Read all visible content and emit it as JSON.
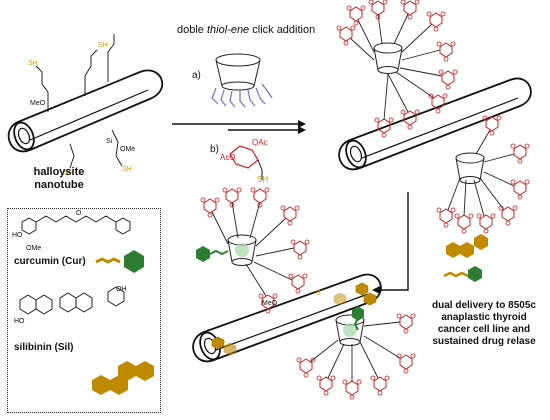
{
  "reaction_title": {
    "prefix": "doble ",
    "thiol_ene": "thiol-ene",
    "suffix": " click addition"
  },
  "step_a": "a)",
  "step_b": "b)",
  "sh_label": "SH",
  "ome_label": "OMe",
  "meo_label": "MeO",
  "si_label": "Si",
  "oac_label": "OAc",
  "aco_label": "AcO",
  "oh_label": "OH",
  "ho_label": "HO",
  "o_label": "O",
  "s_label": "S",
  "nanotube_label": {
    "line1": "halloysite",
    "line2": "nanotube"
  },
  "legend": {
    "curcumin": "curcumin (Cur)",
    "silibinin": "silibinin (Sil)"
  },
  "delivery_text": {
    "line1": "dual delivery to 8505c",
    "line2": "anaplastic thyroid",
    "line3": "cancer cell line and",
    "line4": "sustained drug relase"
  },
  "colors": {
    "thiol_linker": "#6f6fd0",
    "sugar": "#cc2020",
    "sulfur": "#d49b00",
    "curcumin": "#2e7d32",
    "silibinin": "#c08a00",
    "ink": "#111111"
  }
}
